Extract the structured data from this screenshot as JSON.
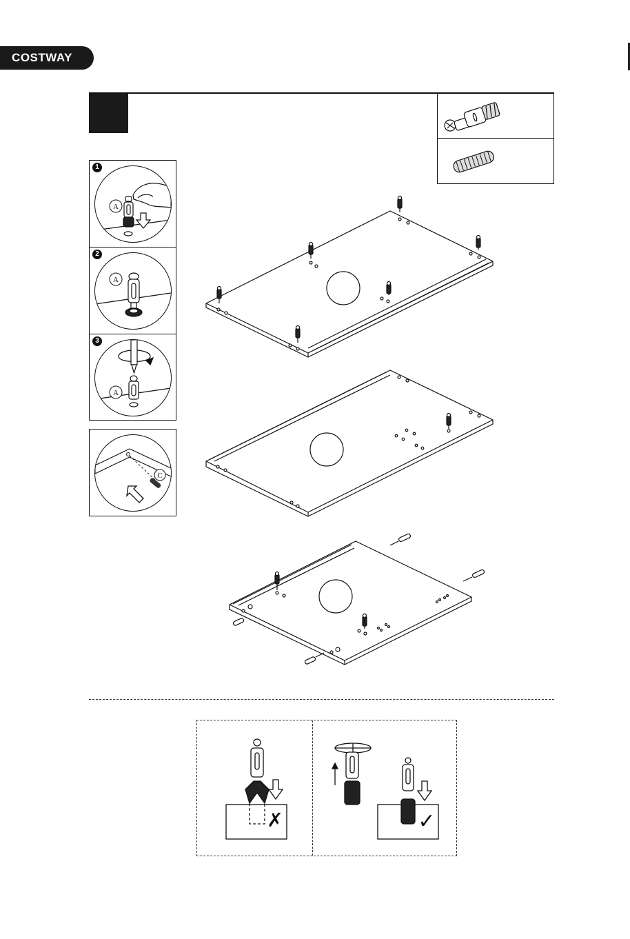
{
  "header": {
    "brand": "COSTWAY"
  },
  "step": {
    "number": ""
  },
  "hardware": [
    {
      "id": "cam-lock-bolt",
      "label": ""
    },
    {
      "id": "wooden-dowel",
      "label": ""
    }
  ],
  "details": [
    {
      "number": "1",
      "part_label": "A"
    },
    {
      "number": "2",
      "part_label": "A"
    },
    {
      "number": "3",
      "part_label": "A"
    },
    {
      "number": "",
      "part_label": "C"
    }
  ],
  "note": {
    "wrong_mark": "✗",
    "correct_mark": "✓"
  },
  "icons": [
    "hand-icon",
    "press-down-arrow-icon",
    "screwdriver-icon",
    "rotate-arrow-icon",
    "insert-arrow-icon",
    "wrong-mark-icon",
    "correct-mark-icon"
  ],
  "colors": {
    "ink": "#111111",
    "brand_bg": "#1a1a1a",
    "paper": "#ffffff"
  }
}
